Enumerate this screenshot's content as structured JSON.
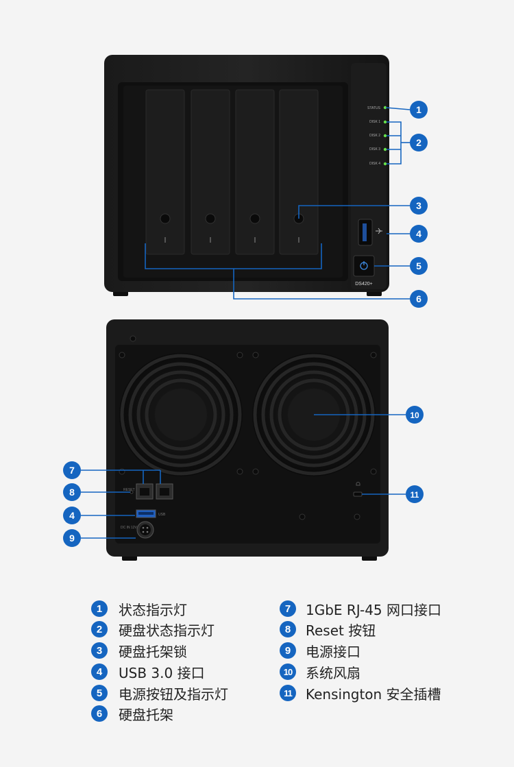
{
  "model_label": "DS420+",
  "led_labels": [
    "STATUS",
    "DISK 1",
    "DISK 2",
    "DISK 3",
    "DISK 4"
  ],
  "port_labels": {
    "reset": "RESET",
    "usb": "USB",
    "dc_in": "DC IN 12V"
  },
  "callout_color": "#1565c0",
  "callouts": [
    "1",
    "2",
    "3",
    "4",
    "5",
    "6",
    "7",
    "8",
    "4",
    "9",
    "10",
    "11"
  ],
  "legend_left": [
    {
      "num": "1",
      "text": "状态指示灯"
    },
    {
      "num": "2",
      "text": "硬盘状态指示灯"
    },
    {
      "num": "3",
      "text": "硬盘托架锁"
    },
    {
      "num": "4",
      "text": "USB 3.0 接口"
    },
    {
      "num": "5",
      "text": "电源按钮及指示灯"
    },
    {
      "num": "6",
      "text": "硬盘托架"
    }
  ],
  "legend_right": [
    {
      "num": "7",
      "text": "1GbE RJ-45 网口接口"
    },
    {
      "num": "8",
      "text": "Reset 按钮"
    },
    {
      "num": "9",
      "text": "电源接口"
    },
    {
      "num": "10",
      "text": "系统风扇"
    },
    {
      "num": "11",
      "text": "Kensington 安全插槽"
    }
  ]
}
